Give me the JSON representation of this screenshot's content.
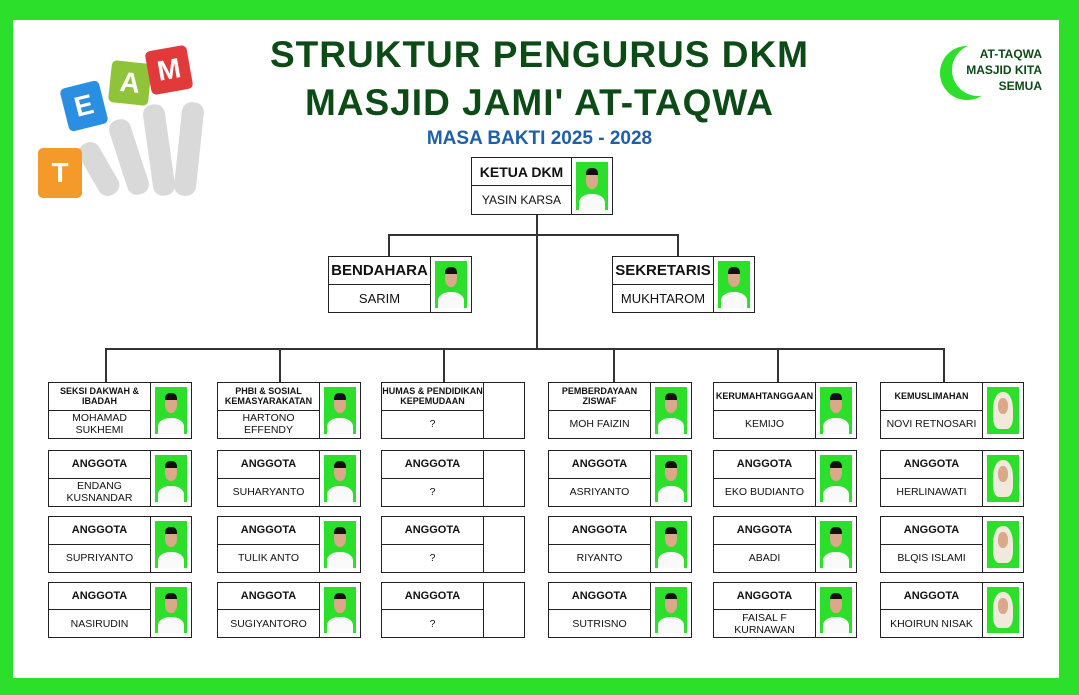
{
  "header": {
    "title_line1": "STRUKTUR PENGURUS DKM",
    "title_line2": "MASJID JAMI' AT-TAQWA",
    "subtitle": "MASA BAKTI 2025 - 2028",
    "logo_lines": [
      "AT-TAQWA",
      "MASJID KITA",
      "SEMUA"
    ],
    "team_letters": [
      "T",
      "E",
      "A",
      "M"
    ]
  },
  "colors": {
    "border": "#2bdf2b",
    "title": "#0d4b16",
    "subtitle": "#1f5fa8"
  },
  "top": [
    {
      "role": "KETUA DKM",
      "name": "YASIN KARSA",
      "photo": "man-cap"
    }
  ],
  "second": [
    {
      "role": "BENDAHARA",
      "name": "SARIM",
      "photo": "man-cap"
    },
    {
      "role": "SEKRETARIS",
      "name": "MUKHTAROM",
      "photo": "man-cap"
    }
  ],
  "columns": [
    {
      "members": [
        {
          "role": "SEKSI DAKWAH & IBADAH",
          "name": "MOHAMAD SUKHEMI",
          "photo": "man-cap"
        },
        {
          "role": "ANGGOTA",
          "name": "ENDANG KUSNANDAR",
          "photo": "man-cap"
        },
        {
          "role": "ANGGOTA",
          "name": "SUPRIYANTO",
          "photo": "man-cap"
        },
        {
          "role": "ANGGOTA",
          "name": "NASIRUDIN",
          "photo": "man-cap"
        }
      ]
    },
    {
      "members": [
        {
          "role": "PHBI & SOSIAL KEMASYARAKATAN",
          "name": "HARTONO EFFENDY",
          "photo": "man-cap"
        },
        {
          "role": "ANGGOTA",
          "name": "SUHARYANTO",
          "photo": "man-cap"
        },
        {
          "role": "ANGGOTA",
          "name": "TULIK ANTO",
          "photo": "man-cap"
        },
        {
          "role": "ANGGOTA",
          "name": "SUGIYANTORO",
          "photo": "man-cap"
        }
      ]
    },
    {
      "members": [
        {
          "role": "HUMAS & PENDIDIKAN KEPEMUDAAN",
          "name": "?",
          "photo": ""
        },
        {
          "role": "ANGGOTA",
          "name": "?",
          "photo": ""
        },
        {
          "role": "ANGGOTA",
          "name": "?",
          "photo": ""
        },
        {
          "role": "ANGGOTA",
          "name": "?",
          "photo": ""
        }
      ]
    },
    {
      "members": [
        {
          "role": "PEMBERDAYAAN ZISWAF",
          "name": "MOH FAIZIN",
          "photo": "man-cap"
        },
        {
          "role": "ANGGOTA",
          "name": "ASRIYANTO",
          "photo": "man-cap"
        },
        {
          "role": "ANGGOTA",
          "name": "RIYANTO",
          "photo": "man-cap"
        },
        {
          "role": "ANGGOTA",
          "name": "SUTRISNO",
          "photo": "man-cap"
        }
      ]
    },
    {
      "members": [
        {
          "role": "KERUMAHTANGGAAN",
          "name": "KEMIJO",
          "photo": "man-cap"
        },
        {
          "role": "ANGGOTA",
          "name": "EKO BUDIANTO",
          "photo": "man-cap"
        },
        {
          "role": "ANGGOTA",
          "name": "ABADI",
          "photo": "man-cap"
        },
        {
          "role": "ANGGOTA",
          "name": "FAISAL F KURNAWAN",
          "photo": "man-cap"
        }
      ]
    },
    {
      "members": [
        {
          "role": "KEMUSLIMAHAN",
          "name": "NOVI RETNOSARI",
          "photo": "woman-hijab"
        },
        {
          "role": "ANGGOTA",
          "name": "HERLINAWATI",
          "photo": "woman-hijab"
        },
        {
          "role": "ANGGOTA",
          "name": "BLQIS ISLAMI",
          "photo": "woman-hijab"
        },
        {
          "role": "ANGGOTA",
          "name": "KHOIRUN NISAK",
          "photo": "woman-hijab"
        }
      ]
    }
  ]
}
